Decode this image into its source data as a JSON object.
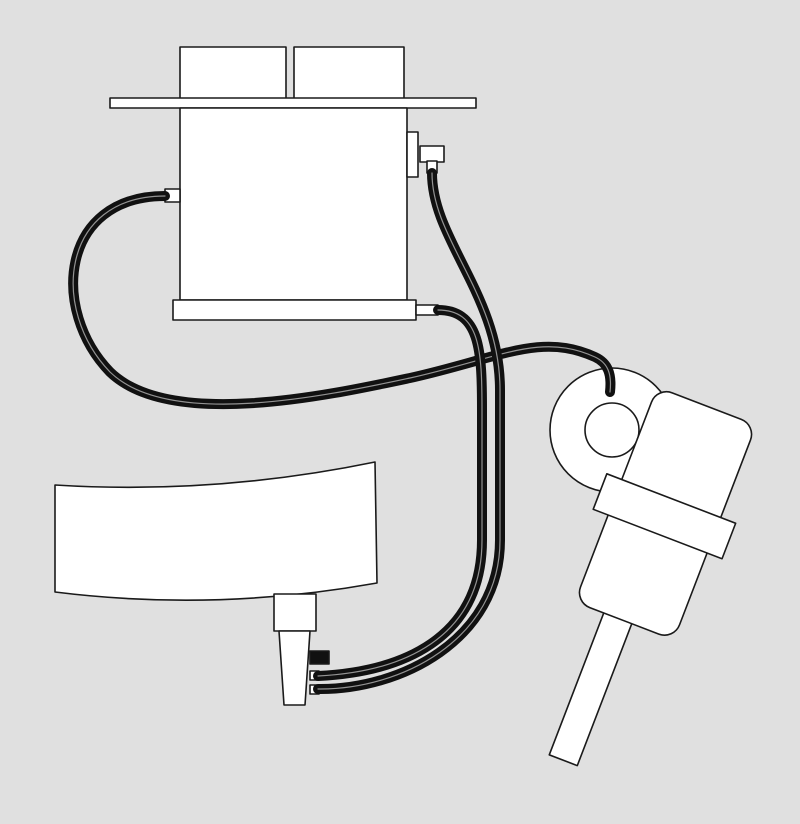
{
  "diagram": {
    "colors": {
      "background": "#e0e0e0",
      "part_fill": "#ffffff",
      "outline": "#1a1a1a",
      "hose": "#111111"
    },
    "components": [
      "control-unit",
      "mounting-plate",
      "relay-block-left",
      "relay-block-right",
      "base-flange",
      "curved-panel",
      "multi-port-connector",
      "sensor-probe"
    ],
    "hoses": [
      "hose-left-port-to-sensor",
      "hose-right-port-to-connector",
      "hose-bottom-port-to-connector"
    ]
  }
}
